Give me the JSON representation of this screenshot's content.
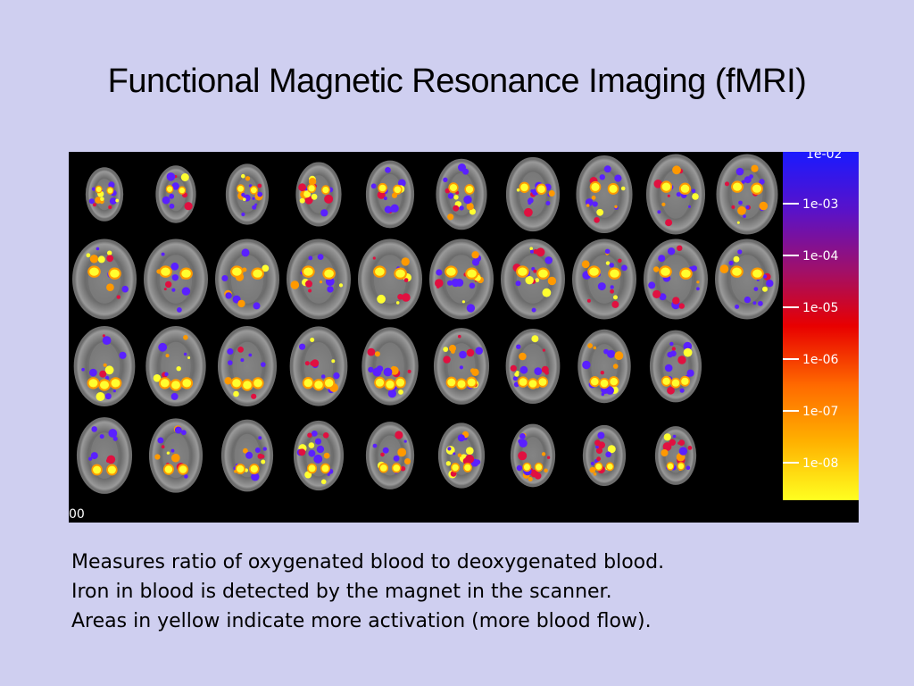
{
  "slide": {
    "title": "Functional Magnetic Resonance Imaging (fMRI)"
  },
  "figure": {
    "corner_label": "00",
    "slice_rows": [
      10,
      10,
      9,
      9
    ],
    "colorbar": {
      "top_label": "1e-02",
      "labels": [
        "1e-03",
        "1e-04",
        "1e-05",
        "1e-06",
        "1e-07",
        "1e-08"
      ],
      "gradient_colors": [
        "#1a1aff",
        "#5a12c8",
        "#a0106a",
        "#e80000",
        "#ff6a00",
        "#ffb000",
        "#ffff20"
      ]
    },
    "activation_colors": {
      "high": "#ffff30",
      "medium": "#ff9900",
      "low": "#e01040",
      "weak": "#5a20ff"
    }
  },
  "caption": {
    "lines": [
      "Measures ratio of oxygenated blood to deoxygenated blood.",
      "Iron in blood is detected by the magnet in the scanner.",
      "Areas in yellow indicate more activation (more blood flow)."
    ]
  }
}
